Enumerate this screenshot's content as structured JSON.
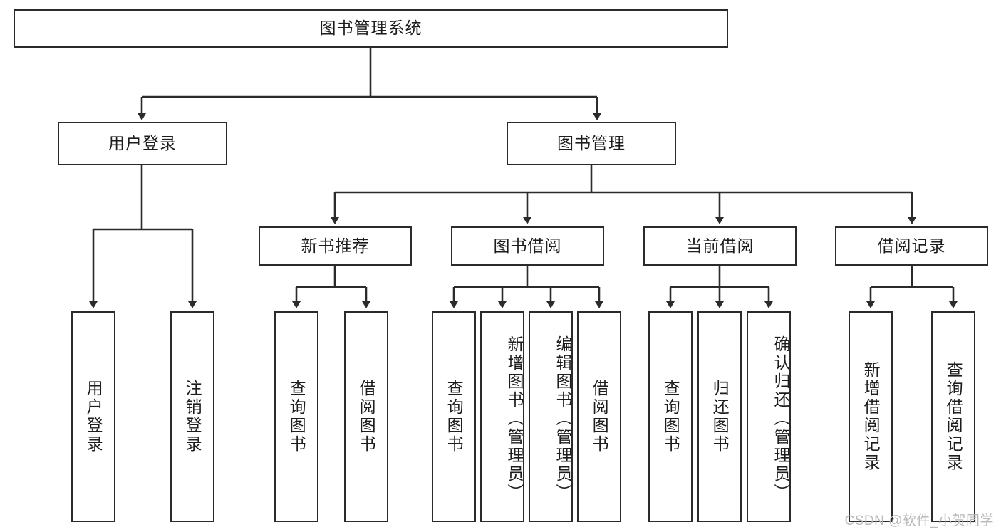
{
  "diagram": {
    "type": "tree-hierarchy-chart",
    "title": "图书管理系统",
    "watermark": "CSDN @软件_小贺同学",
    "colors": {
      "box_border": "#2b2b2b",
      "box_fill": "#ffffff",
      "connector": "#2b2b2b",
      "text": "#1d1d1d",
      "watermark": "#b9b9b9",
      "background": "#ffffff"
    },
    "levels": {
      "root": {
        "label": "图书管理系统"
      },
      "level2": [
        {
          "id": "user-login",
          "label": "用户登录"
        },
        {
          "id": "book-manage",
          "label": "图书管理"
        }
      ],
      "level3": [
        {
          "id": "new-book-recommend",
          "label": "新书推荐",
          "parent": "book-manage"
        },
        {
          "id": "book-borrow",
          "label": "图书借阅",
          "parent": "book-manage"
        },
        {
          "id": "current-borrow",
          "label": "当前借阅",
          "parent": "book-manage"
        },
        {
          "id": "borrow-record",
          "label": "借阅记录",
          "parent": "book-manage"
        }
      ],
      "leaves": [
        {
          "id": "leaf-user-login",
          "label": "用户登录",
          "parent": "user-login"
        },
        {
          "id": "leaf-logout-login",
          "label": "注销登录",
          "parent": "user-login"
        },
        {
          "id": "leaf-query-book-1",
          "label": "查询图书",
          "parent": "new-book-recommend"
        },
        {
          "id": "leaf-borrow-book-1",
          "label": "借阅图书",
          "parent": "new-book-recommend"
        },
        {
          "id": "leaf-query-book-2",
          "label": "查询图书",
          "parent": "book-borrow"
        },
        {
          "id": "leaf-add-book",
          "label": "新增图书（管理员）",
          "parent": "book-borrow"
        },
        {
          "id": "leaf-edit-book",
          "label": "编辑图书（管理员）",
          "parent": "book-borrow"
        },
        {
          "id": "leaf-borrow-book-2",
          "label": "借阅图书",
          "parent": "book-borrow"
        },
        {
          "id": "leaf-query-book-3",
          "label": "查询图书",
          "parent": "current-borrow"
        },
        {
          "id": "leaf-return-book",
          "label": "归还图书",
          "parent": "current-borrow"
        },
        {
          "id": "leaf-confirm-return",
          "label": "确认归还（管理员）",
          "parent": "current-borrow"
        },
        {
          "id": "leaf-add-record",
          "label": "新增借阅记录",
          "parent": "borrow-record"
        },
        {
          "id": "leaf-query-record",
          "label": "查询借阅记录",
          "parent": "borrow-record"
        }
      ]
    }
  }
}
